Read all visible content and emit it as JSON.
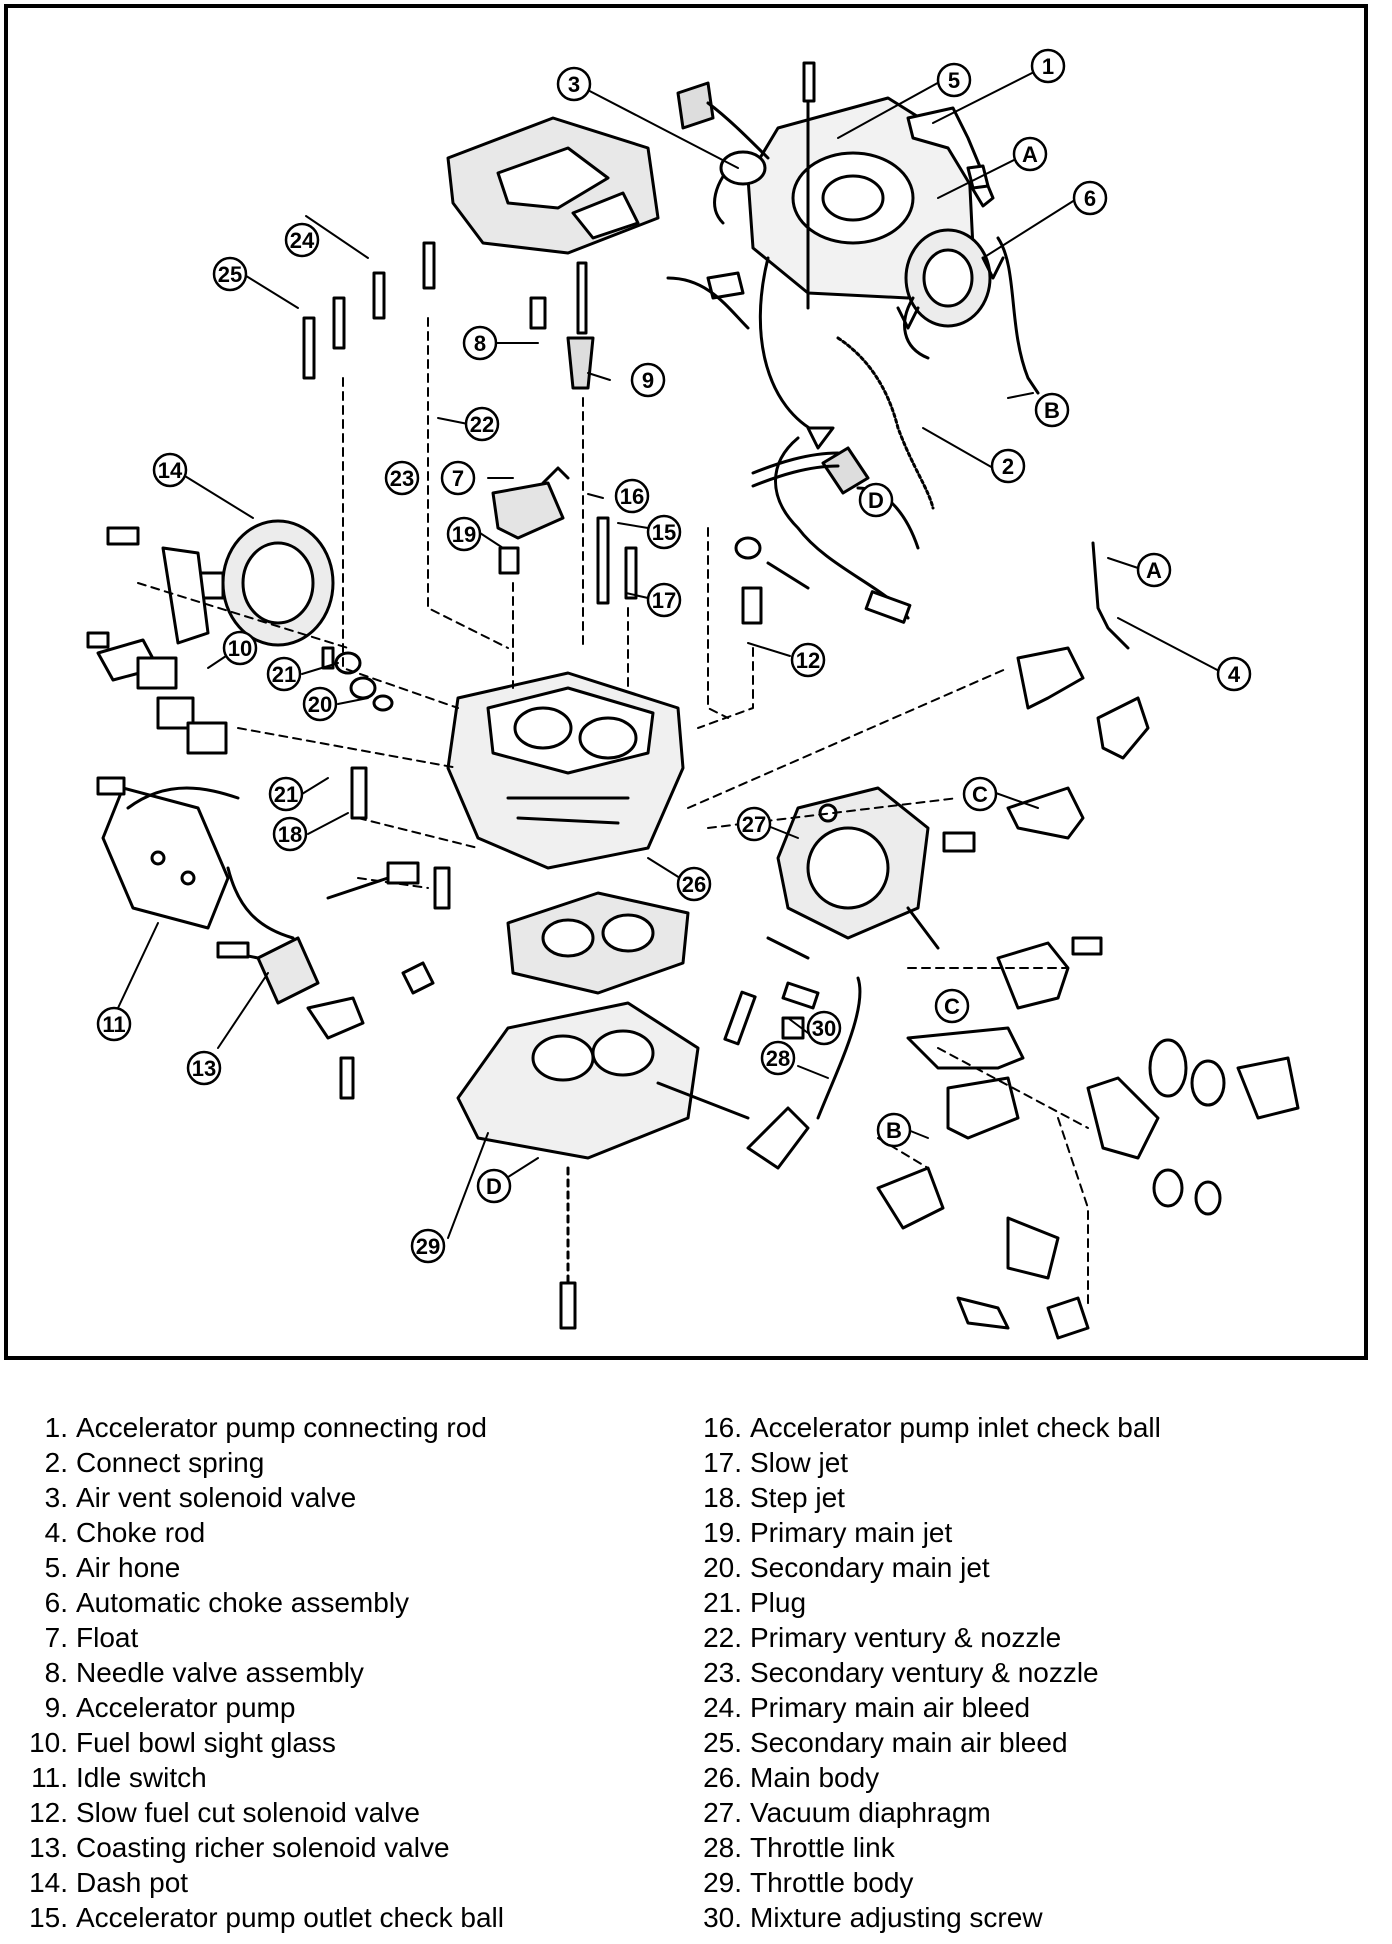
{
  "diagram": {
    "callouts": [
      "1",
      "2",
      "3",
      "4",
      "5",
      "6",
      "7",
      "8",
      "9",
      "10",
      "11",
      "12",
      "13",
      "14",
      "15",
      "16",
      "17",
      "18",
      "19",
      "20",
      "21",
      "21",
      "22",
      "23",
      "24",
      "25",
      "26",
      "27",
      "28",
      "29",
      "30"
    ],
    "reference_letters": [
      "A",
      "A",
      "B",
      "B",
      "C",
      "C",
      "D",
      "D"
    ]
  },
  "legend": {
    "left": [
      {
        "num": "1.",
        "text": "Accelerator pump connecting rod"
      },
      {
        "num": "2.",
        "text": "Connect spring"
      },
      {
        "num": "3.",
        "text": "Air vent solenoid valve"
      },
      {
        "num": "4.",
        "text": "Choke rod"
      },
      {
        "num": "5.",
        "text": "Air hone"
      },
      {
        "num": "6.",
        "text": "Automatic choke assembly"
      },
      {
        "num": "7.",
        "text": "Float"
      },
      {
        "num": "8.",
        "text": "Needle valve assembly"
      },
      {
        "num": "9.",
        "text": "Accelerator pump"
      },
      {
        "num": "10.",
        "text": "Fuel bowl sight glass"
      },
      {
        "num": "11.",
        "text": "Idle switch"
      },
      {
        "num": "12.",
        "text": "Slow fuel cut solenoid valve"
      },
      {
        "num": "13.",
        "text": "Coasting richer solenoid valve"
      },
      {
        "num": "14.",
        "text": "Dash pot"
      },
      {
        "num": "15.",
        "text": "Accelerator pump outlet check ball"
      }
    ],
    "right": [
      {
        "num": "16.",
        "text": "Accelerator pump inlet check ball"
      },
      {
        "num": "17.",
        "text": "Slow jet"
      },
      {
        "num": "18.",
        "text": "Step jet"
      },
      {
        "num": "19.",
        "text": "Primary main jet"
      },
      {
        "num": "20.",
        "text": "Secondary main jet"
      },
      {
        "num": "21.",
        "text": "Plug"
      },
      {
        "num": "22.",
        "text": "Primary ventury & nozzle"
      },
      {
        "num": "23.",
        "text": "Secondary ventury & nozzle"
      },
      {
        "num": "24.",
        "text": "Primary main air bleed"
      },
      {
        "num": "25.",
        "text": "Secondary main air bleed"
      },
      {
        "num": "26.",
        "text": "Main body"
      },
      {
        "num": "27.",
        "text": "Vacuum diaphragm"
      },
      {
        "num": "28.",
        "text": "Throttle link"
      },
      {
        "num": "29.",
        "text": "Throttle body"
      },
      {
        "num": "30.",
        "text": "Mixture adjusting screw"
      }
    ]
  }
}
